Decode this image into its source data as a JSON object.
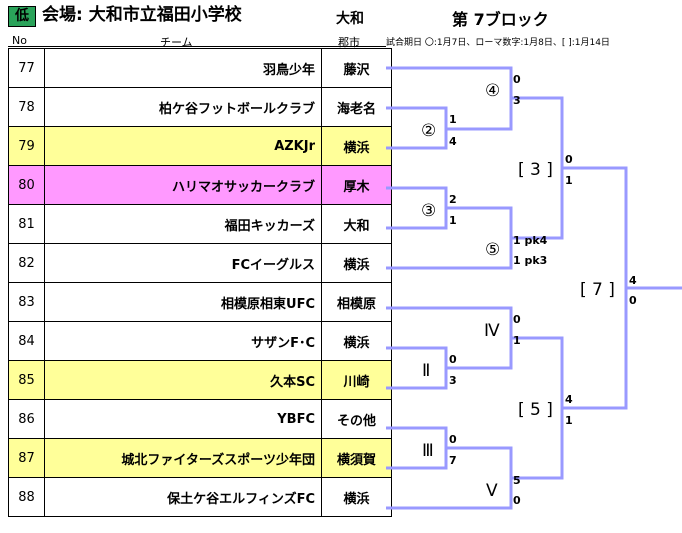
{
  "header": {
    "badge": "低",
    "venue": "会場: 大和市立福田小学校",
    "city": "大和",
    "block": "第 7ブロック",
    "note": "試合期日  〇:1月7日、ローマ数字:1月8日、[ ]:1月14日",
    "col_no": "No",
    "col_team": "チーム",
    "col_city": "郡市"
  },
  "rows": [
    {
      "no": "77",
      "team": "羽鳥少年",
      "city": "藤沢",
      "hl": ""
    },
    {
      "no": "78",
      "team": "柏ケ谷フットボールクラブ",
      "city": "海老名",
      "hl": ""
    },
    {
      "no": "79",
      "team": "AZKJr",
      "city": "横浜",
      "hl": "yellow"
    },
    {
      "no": "80",
      "team": "ハリマオサッカークラブ",
      "city": "厚木",
      "hl": "pink"
    },
    {
      "no": "81",
      "team": "福田キッカーズ",
      "city": "大和",
      "hl": ""
    },
    {
      "no": "82",
      "team": "FCイーグルス",
      "city": "横浜",
      "hl": ""
    },
    {
      "no": "83",
      "team": "相模原相東UFC",
      "city": "相模原",
      "hl": ""
    },
    {
      "no": "84",
      "team": "サザンF･C",
      "city": "横浜",
      "hl": ""
    },
    {
      "no": "85",
      "team": "久本SC",
      "city": "川崎",
      "hl": "yellow"
    },
    {
      "no": "86",
      "team": "YBFC",
      "city": "その他",
      "hl": ""
    },
    {
      "no": "87",
      "team": "城北ファイターズスポーツ少年団",
      "city": "横須賀",
      "hl": "yellow"
    },
    {
      "no": "88",
      "team": "保土ケ谷エルフィンズFC",
      "city": "横浜",
      "hl": ""
    }
  ],
  "bracket": {
    "colors": {
      "line": "#9999ff"
    },
    "matches": {
      "m4": {
        "label": "④",
        "top": "0",
        "bottom": "3"
      },
      "m2": {
        "label": "②",
        "top": "1",
        "bottom": "4"
      },
      "m3": {
        "label": "③",
        "top": "2",
        "bottom": "1"
      },
      "m5": {
        "label": "⑤",
        "top": "1 pk4",
        "bottom": "1 pk3"
      },
      "r3": {
        "label": "[ 3 ]",
        "top": "0",
        "bottom": "1"
      },
      "rIV": {
        "label": "Ⅳ",
        "top": "0",
        "bottom": "1"
      },
      "rII": {
        "label": "Ⅱ",
        "top": "0",
        "bottom": "3"
      },
      "rIII": {
        "label": "Ⅲ",
        "top": "0",
        "bottom": "7"
      },
      "rV": {
        "label": "Ⅴ",
        "top": "5",
        "bottom": "0"
      },
      "s5": {
        "label": "[ 5 ]",
        "top": "4",
        "bottom": "1"
      },
      "f7": {
        "label": "[ 7 ]",
        "top": "4",
        "bottom": "0"
      }
    }
  }
}
